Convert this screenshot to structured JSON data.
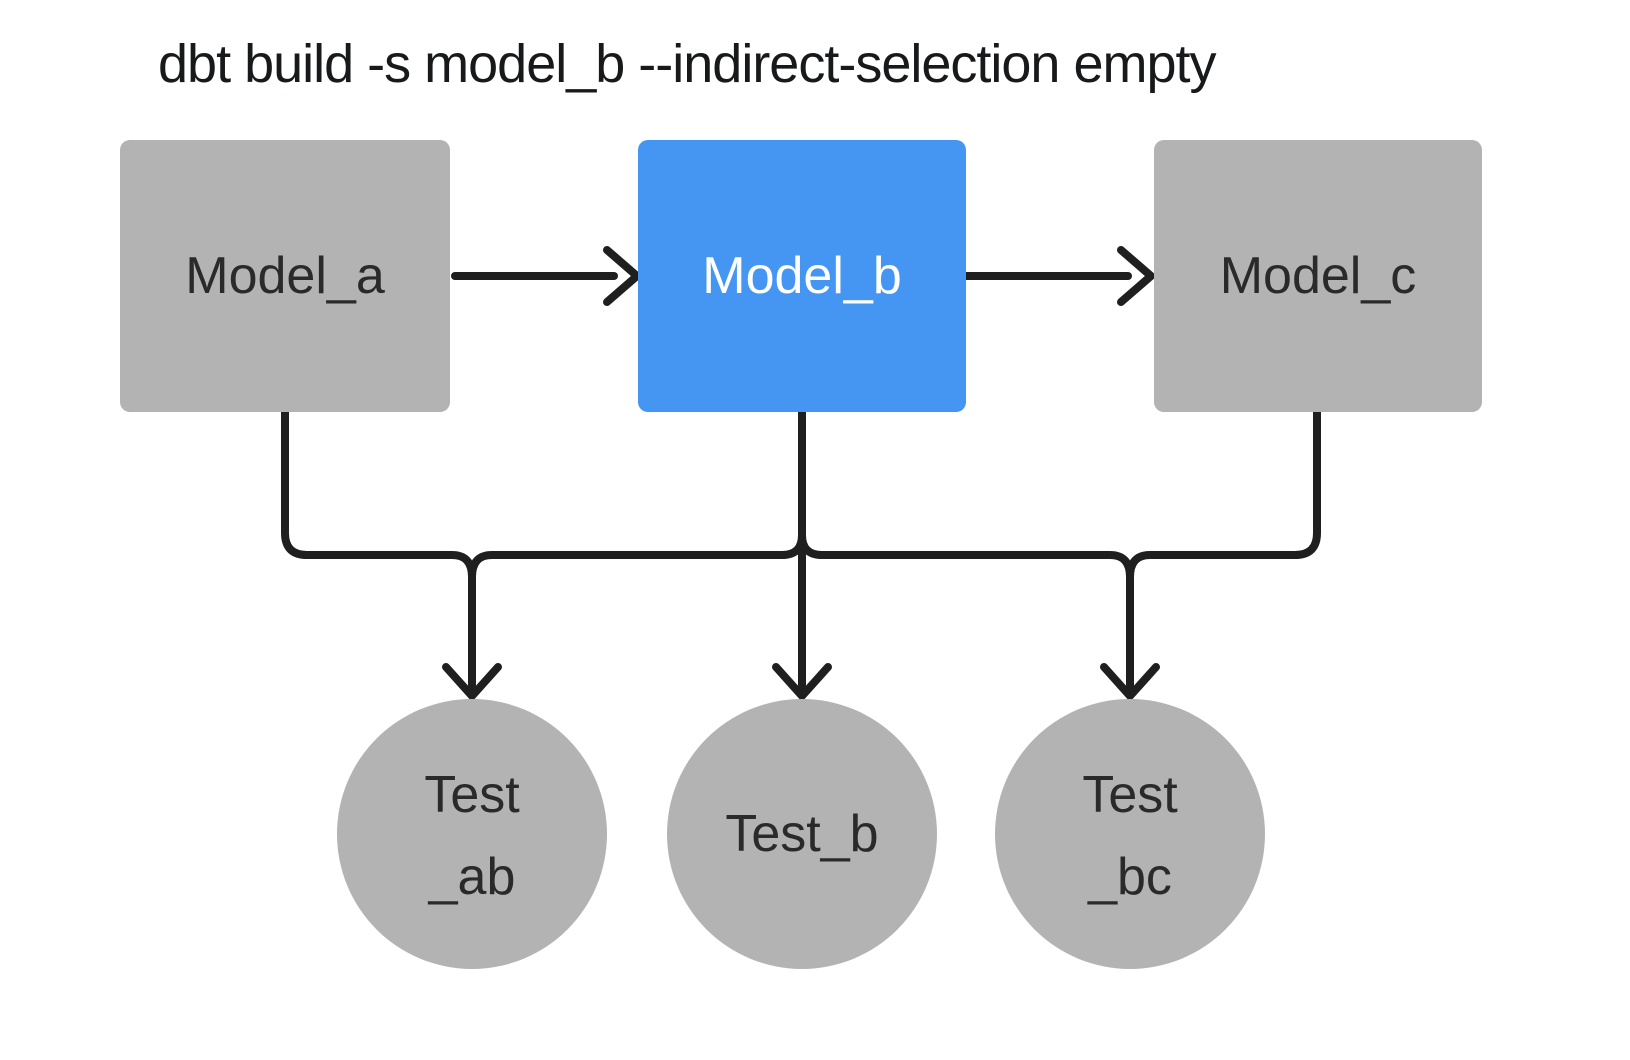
{
  "title": "dbt build -s model_b --indirect-selection empty",
  "colors": {
    "background": "#ffffff",
    "model_node_gray": "#b3b3b3",
    "selected_node_blue": "#4496f2",
    "test_node_gray": "#b3b3b3",
    "edge_dark": "#1f1f1f",
    "label_dark": "#2a2a2a",
    "label_light": "#ffffff",
    "title_text": "#17191b"
  },
  "nodes": {
    "model_a": {
      "label": "Model_a",
      "kind": "model",
      "selected": false
    },
    "model_b": {
      "label": "Model_b",
      "kind": "model",
      "selected": true
    },
    "model_c": {
      "label": "Model_c",
      "kind": "model",
      "selected": false
    },
    "test_ab": {
      "line1": "Test",
      "line2": "_ab",
      "kind": "test",
      "selected": false
    },
    "test_b": {
      "line1": "Test_b",
      "line2": "",
      "kind": "test",
      "selected": false
    },
    "test_bc": {
      "line1": "Test",
      "line2": "_bc",
      "kind": "test",
      "selected": false
    }
  },
  "edges": [
    {
      "from": "Model_a",
      "to": "Model_b"
    },
    {
      "from": "Model_b",
      "to": "Model_c"
    },
    {
      "from": "Model_a",
      "to": "Test_ab"
    },
    {
      "from": "Model_b",
      "to": "Test_ab"
    },
    {
      "from": "Model_b",
      "to": "Test_b"
    },
    {
      "from": "Model_b",
      "to": "Test_bc"
    },
    {
      "from": "Model_c",
      "to": "Test_bc"
    }
  ]
}
